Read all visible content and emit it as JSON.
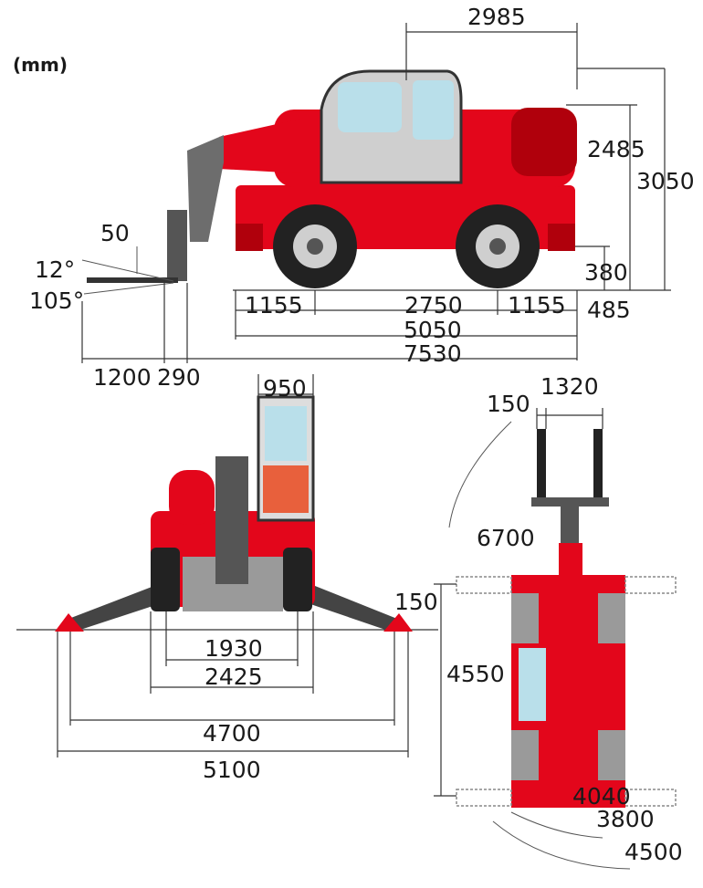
{
  "unit_label": "(mm)",
  "colors": {
    "body": "#e3061b",
    "shade": "#b0000c",
    "tyre": "#222222",
    "glass": "#b9dfea",
    "frame": "#9a9a9a"
  },
  "side_view": {
    "cab_width_top": "2985",
    "height_boom": "2485",
    "height_total": "3050",
    "fork_thickness": "50",
    "tilt_up": "12°",
    "tilt_down": "105°",
    "ground_clearance": "380",
    "overhang_front": "1155",
    "wheelbase": "2750",
    "overhang_rear": "1155",
    "rear_offset": "485",
    "chassis_length": "5050",
    "total_length": "7530",
    "front_to_fork": "1200",
    "fork_heel": "290"
  },
  "front_view": {
    "cab_width": "950",
    "stabiliser_lift": "150",
    "track_inner": "1930",
    "track_outer": "2425",
    "outrigger_span": "4700",
    "outrigger_total": "5100"
  },
  "top_view": {
    "fork_width_single": "150",
    "fork_spread": "1320",
    "radius_boom": "6700",
    "body_length": "4550",
    "radius_inner": "4040",
    "radius_tail": "3800",
    "radius_outer": "4500"
  }
}
